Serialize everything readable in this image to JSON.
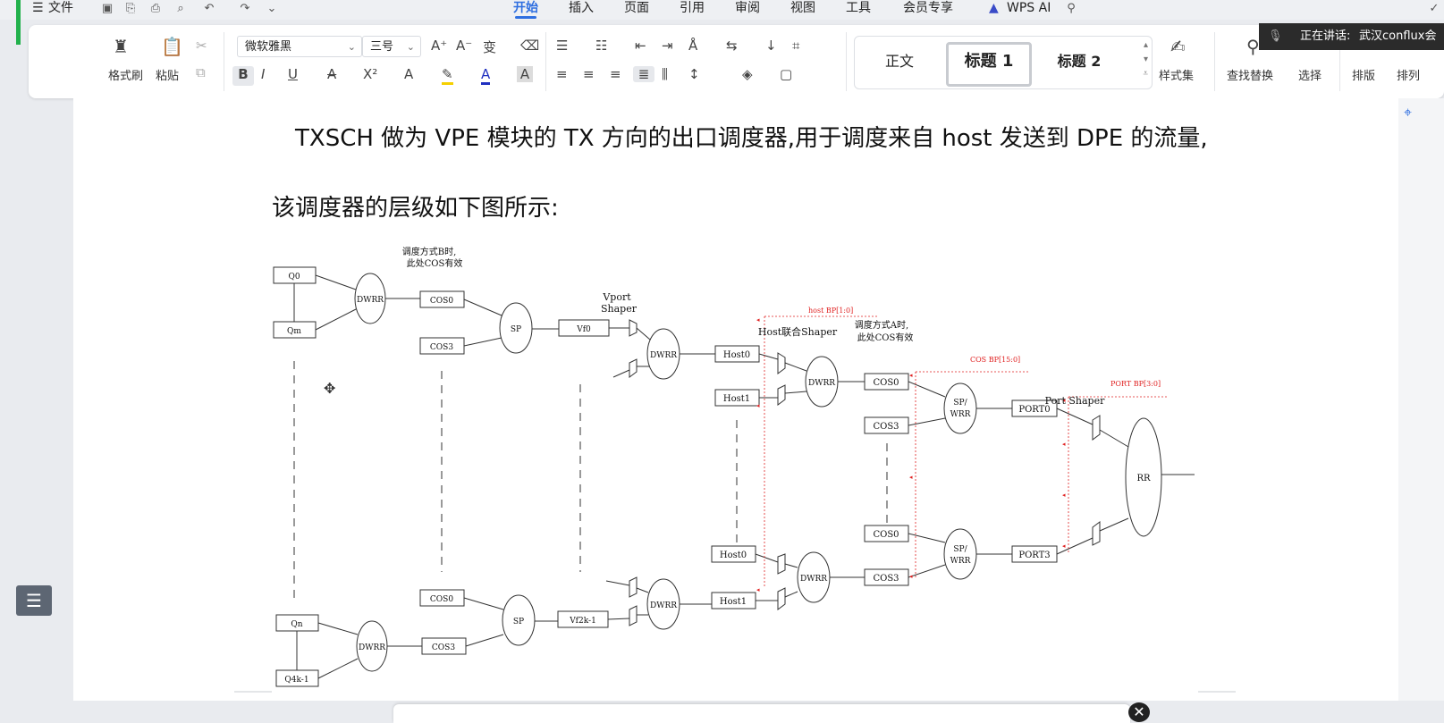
{
  "menu": {
    "file": "文件",
    "tabs": [
      "开始",
      "插入",
      "页面",
      "引用",
      "审阅",
      "视图",
      "工具",
      "会员专享"
    ],
    "active_tab": "开始",
    "wps_ai": "WPS AI"
  },
  "ribbon": {
    "format_painter": "格式刷",
    "paste": "粘贴",
    "font_name": "微软雅黑",
    "font_size": "三号",
    "styles": [
      "正文",
      "标题 1",
      "标题 2"
    ],
    "style_set": "样式集",
    "find_replace": "查找替换",
    "select": "选择",
    "layout": "排版",
    "arrange": "排列"
  },
  "meeting": {
    "label": "正在讲话:",
    "name": "武汉conflux会议"
  },
  "document": {
    "line1": "TXSCH 做为 VPE 模块的 TX 方向的出口调度器,用于调度来自 host 发送到 DPE 的流量,",
    "line2": "该调度器的层级如下图所示:"
  },
  "diagram": {
    "note_b_1": "调度方式B时,",
    "note_b_2": "此处COS有效",
    "note_a_1": "调度方式A时,",
    "note_a_2": "此处COS有效",
    "vport_1": "Vport",
    "vport_2": "Shaper",
    "host_shaper": "Host联合Shaper",
    "port_shaper": "Port Shaper",
    "host_bp": "host BP[1:0]",
    "cos_bp": "COS BP[15:0]",
    "port_bp": "PORT BP[3:0]",
    "q0": "Q0",
    "qm": "Qm",
    "qn": "Qn",
    "q4k": "Q4k-1",
    "dwrr": "DWRR",
    "sp": "SP",
    "spwrr_1": "SP/",
    "spwrr_2": "WRR",
    "rr": "RR",
    "cos0_sub": "COS0",
    "cos3_sub": "COS3",
    "cos0": "COS0",
    "cos3": "COS3",
    "vf0": "Vf0",
    "vf2k": "Vf2k-1",
    "host0": "Host0",
    "host1": "Host1",
    "port0": "PORT0",
    "port3": "PORT3"
  },
  "colors": {
    "accent": "#2f6fe0",
    "bp_red": "#e02020",
    "green_edge": "#22b14c"
  }
}
